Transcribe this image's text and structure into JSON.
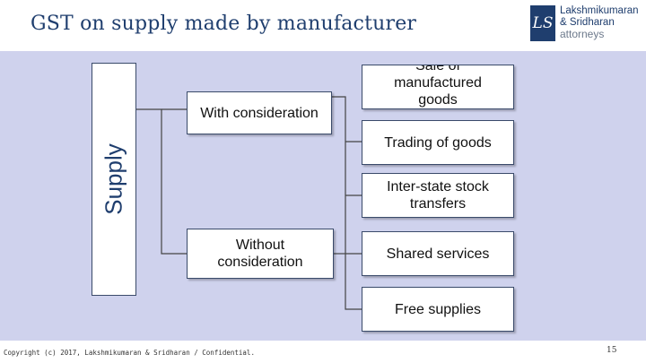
{
  "slide": {
    "title": "GST on supply made by manufacturer",
    "footer": "Copyright (c) 2017, Lakshmikumaran & Sridharan / Confidential.",
    "page_number": "15"
  },
  "logo": {
    "monogram": "LS",
    "line1": "Lakshmikumaran",
    "line2": "& Sridharan",
    "line3": "attorneys"
  },
  "diagram": {
    "root": "Supply",
    "branches": {
      "with_consideration": "With consideration",
      "without_consideration": "Without consideration"
    },
    "leaves": {
      "sale_of_goods": "Sale of manufactured goods",
      "trading_of_goods": "Trading of goods",
      "stock_transfers": "Inter-state stock transfers",
      "shared_services": "Shared services",
      "free_supplies": "Free supplies"
    }
  },
  "colors": {
    "band": "#cfd2ed",
    "title": "#1f3e6e",
    "connector": "#444444"
  }
}
